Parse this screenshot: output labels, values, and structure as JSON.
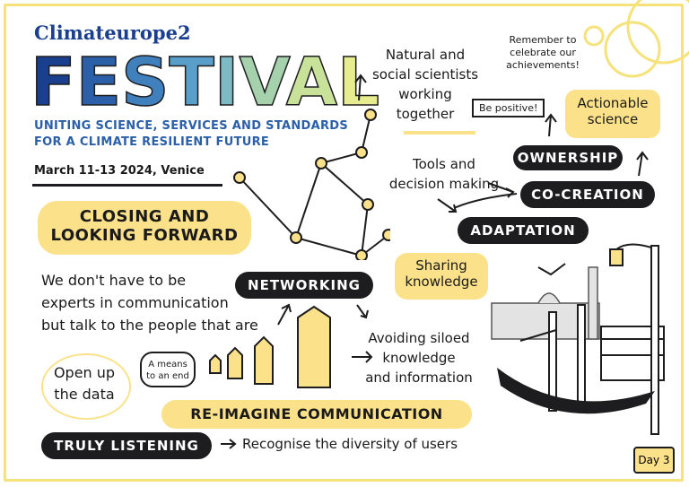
{
  "header": {
    "brand": "Climateurope2",
    "title_letters": [
      {
        "ch": "F",
        "color": "#1b3f8f"
      },
      {
        "ch": "E",
        "color": "#2b5fa8"
      },
      {
        "ch": "S",
        "color": "#3f80bd"
      },
      {
        "ch": "T",
        "color": "#5a9fc9"
      },
      {
        "ch": "I",
        "color": "#7dbac3"
      },
      {
        "ch": "V",
        "color": "#a5d1ac"
      },
      {
        "ch": "A",
        "color": "#c9e29a"
      },
      {
        "ch": "L",
        "color": "#e7ec8f"
      }
    ],
    "subtitle_line1": "UNITING SCIENCE, SERVICES AND STANDARDS",
    "subtitle_line2": "FOR A CLIMATE RESILIENT FUTURE",
    "date": "March 11-13 2024, Venice"
  },
  "closing": {
    "line1": "CLOSING AND",
    "line2": "LOOKING FORWARD"
  },
  "communication_text": [
    "We don't have to be",
    "experts in communication",
    "but talk to the people that are"
  ],
  "networking": "NETWORKING",
  "scientists": [
    "Natural and",
    "social scientists",
    "working",
    "together"
  ],
  "remember": [
    "Remember to",
    "celebrate our",
    "achievements!"
  ],
  "be_positive": "Be positive!",
  "actionable": [
    "Actionable",
    "science"
  ],
  "tools": [
    "Tools and",
    "decision making"
  ],
  "ownership": "OWNERSHIP",
  "co_creation": "CO-CREATION",
  "adaptation": "ADAPTATION",
  "sharing": [
    "Sharing",
    "knowledge"
  ],
  "avoiding": [
    "Avoiding siloed",
    "knowledge",
    "and information"
  ],
  "open_up": [
    "Open up",
    "the data"
  ],
  "means": [
    "A means",
    "to an end"
  ],
  "reimagine": "RE-IMAGINE COMMUNICATION",
  "truly_listening": "TRULY LISTENING",
  "recognise": "Recognise the diversity of users",
  "day": "Day 3",
  "colors": {
    "yellow": "#fbe28a",
    "dark": "#1d1d1f",
    "blue": "#1b3f8f"
  }
}
